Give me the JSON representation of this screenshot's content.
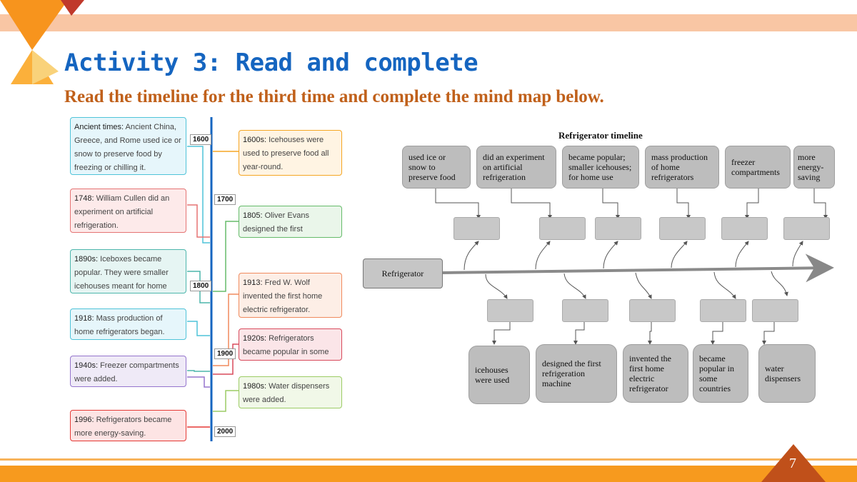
{
  "header": {
    "title": "Activity 3: Read and complete",
    "subtitle": "Read the timeline for the third time and complete the mind map below."
  },
  "timeline": {
    "years": [
      "1600",
      "1700",
      "1800",
      "1900",
      "2000"
    ],
    "left_events": [
      {
        "label": "Ancient times:",
        "text": " Ancient China, Greece, and Rome used ice or snow to preserve food by freezing or chilling it."
      },
      {
        "label": "1748:",
        "text": " William Cullen did an experiment on artificial refrigeration."
      },
      {
        "label": "1890s:",
        "text": " Iceboxes became popular. They were smaller icehouses meant for home use."
      },
      {
        "label": "1918:",
        "text": " Mass production of home refrigerators began."
      },
      {
        "label": "1940s:",
        "text": " Freezer compartments were added."
      },
      {
        "label": "1996:",
        "text": " Refrigerators became more energy-saving."
      }
    ],
    "right_events": [
      {
        "label": "1600s:",
        "text": " Icehouses were used to preserve food all year-round."
      },
      {
        "label": "1805:",
        "text": " Oliver Evans designed the first refrigeration machine."
      },
      {
        "label": "1913:",
        "text": " Fred W. Wolf invented the first home electric refrigerator."
      },
      {
        "label": "1920s:",
        "text": " Refrigerators became popular in some countries."
      },
      {
        "label": "1980s:",
        "text": " Water dispensers were added."
      }
    ]
  },
  "mind_map": {
    "title": "Refrigerator timeline",
    "root": "Refrigerator",
    "top_boxes": [
      "used ice or snow to preserve food",
      "did an experiment on artificial refrigeration",
      "became popular; smaller icehouses; for home use",
      "mass production of home refrigerators",
      "freezer compartments",
      "more energy-saving"
    ],
    "bottom_boxes": [
      "icehouses were used",
      "designed the first refrigeration machine",
      "invented the first home electric refrigerator",
      "became popular in some countries",
      "water dispensers"
    ]
  },
  "footer": {
    "page_number": "7"
  },
  "colors": {
    "title": "#1565c0",
    "subtitle": "#c0601a",
    "timeline_axis": "#1565c0",
    "box_blue": "#4fc3d9",
    "box_pink": "#e57373",
    "box_teal": "#4db6ac",
    "box_purple": "#9575cd",
    "box_red": "#e53935",
    "box_orange": "#f5a623",
    "box_green": "#66bb6a",
    "box_salmon": "#f08a5d",
    "box_crimson": "#d84a5b",
    "box_olive": "#9ccc65"
  }
}
